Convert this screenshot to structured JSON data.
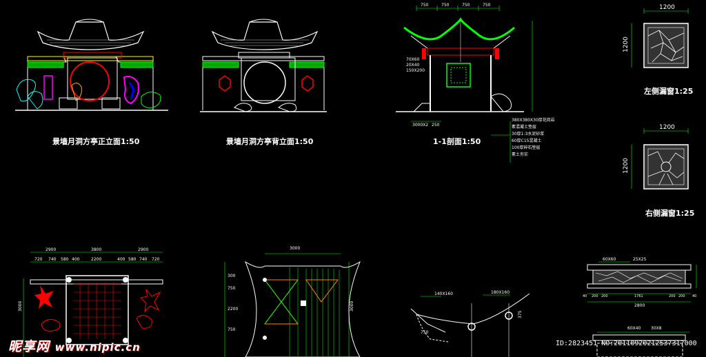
{
  "drawings": {
    "front_elevation": "景墙月洞方亭正立面1:50",
    "back_elevation": "景墙月洞方亭背立面1:50",
    "section": "1-1剖面1:50",
    "left_window": "左侧漏窗1:25",
    "right_window": "右侧漏窗1:25"
  },
  "dims": {
    "window_width": "1200",
    "window_height": "1200",
    "section_top": [
      "750",
      "750",
      "750",
      "750"
    ],
    "section_left": [
      "70X60",
      "20X40",
      "150X200"
    ],
    "section_base": [
      "3000X2",
      "250"
    ],
    "plan_top_total": [
      "2900",
      "3800",
      "2900"
    ],
    "plan_top_parts": [
      "720",
      "740",
      "580",
      "400",
      "2200",
      "400",
      "580",
      "740",
      "720"
    ],
    "plan_side": "3000",
    "roof_plan_top": "3000",
    "roof_plan_side": "3000",
    "roof_plan_left": [
      "300",
      "750",
      "2200",
      "750"
    ],
    "bench_top": [
      "60X60",
      "25X25"
    ],
    "bench_bottom": [
      "40",
      "200",
      "200",
      "1761",
      "200",
      "200",
      "40"
    ],
    "bench_total": "2800",
    "bench_lower_top": [
      "60X40",
      "30X8"
    ],
    "detail_a": "140X160",
    "detail_b": "180X160",
    "detail_c": "375",
    "detail_d": "750",
    "section_notes": [
      "380X380X30厚花岗岩",
      "素混凝土垫层",
      "30厚1:3水泥砂浆",
      "60厚C15混凝土",
      "100厚碎石垫层",
      "素土夯实"
    ]
  },
  "watermark": {
    "brand": "昵享网",
    "url": "www.nipic.cn",
    "image_id": "ID:2823451 NO:20110920212537317000"
  }
}
